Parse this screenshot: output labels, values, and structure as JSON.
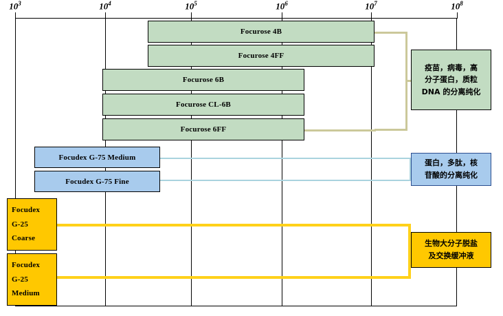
{
  "chart_data": {
    "type": "bar",
    "title": "",
    "subtitle": "",
    "xlabel": "",
    "ylabel": "",
    "scale": "log",
    "xlim": [
      1000,
      100000000
    ],
    "grid": true,
    "legend_position": "right",
    "axis": {
      "ticks": [
        {
          "label": "10",
          "exp": "3",
          "value": 1000
        },
        {
          "label": "10",
          "exp": "4",
          "value": 10000
        },
        {
          "label": "10",
          "exp": "5",
          "value": 100000
        },
        {
          "label": "10",
          "exp": "6",
          "value": 1000000
        },
        {
          "label": "10",
          "exp": "7",
          "value": 10000000
        },
        {
          "label": "10",
          "exp": "8",
          "value": 100000000
        }
      ]
    },
    "categories": [
      "Focurose 4B",
      "Focurose 4FF",
      "Focurose 6B",
      "Focurose CL-6B",
      "Focurose 6FF",
      "Focudex G-75 Medium",
      "Focudex G-75 Fine",
      "Focudex G-25 Coarse",
      "Focudex G-25 Medium"
    ],
    "bars": [
      {
        "label": "Focurose 4B",
        "range_low": 60000,
        "range_high": 20000000,
        "color": "#c2dcc2",
        "group": "agarose"
      },
      {
        "label": "Focurose 4FF",
        "range_low": 60000,
        "range_high": 20000000,
        "color": "#c2dcc2",
        "group": "agarose"
      },
      {
        "label": "Focurose 6B",
        "range_low": 10000,
        "range_high": 4000000,
        "color": "#c2dcc2",
        "group": "agarose"
      },
      {
        "label": "Focurose CL-6B",
        "range_low": 10000,
        "range_high": 4000000,
        "color": "#c2dcc2",
        "group": "agarose"
      },
      {
        "label": "Focurose 6FF",
        "range_low": 10000,
        "range_high": 4000000,
        "color": "#c2dcc2",
        "group": "agarose"
      },
      {
        "label": "Focudex G-75 Medium",
        "range_low": 3000,
        "range_high": 80000,
        "color": "#a8cbed",
        "group": "dextran75"
      },
      {
        "label": "Focudex G-75 Fine",
        "range_low": 3000,
        "range_high": 80000,
        "color": "#a8cbed",
        "group": "dextran75"
      },
      {
        "label": "Focudex G-25 Coarse",
        "range_low": 700,
        "range_high": 5000,
        "color": "#ffc800",
        "group": "dextran25"
      },
      {
        "label": "Focudex G-25 Medium",
        "range_low": 700,
        "range_high": 5000,
        "color": "#ffc800",
        "group": "dextran25"
      }
    ],
    "annotations": [
      {
        "group": "agarose",
        "color": "#c2dcc2",
        "lines": [
          "疫苗，病毒，高",
          "分子蛋白，质粒",
          "DNA 的分离纯化"
        ],
        "text": "疫苗，病毒，高分子蛋白，质粒DNA的分离纯化"
      },
      {
        "group": "dextran75",
        "color": "#a8cbed",
        "lines": [
          "蛋白，多肽，核",
          "苷酸的分离纯化"
        ],
        "text": "蛋白，多肽，核苷酸的分离纯化"
      },
      {
        "group": "dextran25",
        "color": "#ffc800",
        "lines": [
          "生物大分子脱盐",
          "及交换缓冲液"
        ],
        "text": "生物大分子脱盐及交换缓冲液"
      }
    ]
  },
  "bar_labels": {
    "b0": "Focurose 4B",
    "b1": "Focurose 4FF",
    "b2": "Focurose 6B",
    "b3": "Focurose CL-6B",
    "b4": "Focurose 6FF",
    "b5": "Focudex G-75 Medium",
    "b6": "Focudex G-75 Fine",
    "b7l1": "Focudex",
    "b7l2": "G-25",
    "b7l3": "Coarse",
    "b8l1": "Focudex",
    "b8l2": "G-25",
    "b8l3": "Medium"
  },
  "tick_labels": {
    "t0": "10",
    "t0e": "3",
    "t1": "10",
    "t1e": "4",
    "t2": "10",
    "t2e": "5",
    "t3": "10",
    "t3e": "6",
    "t4": "10",
    "t4e": "7",
    "t5": "10",
    "t5e": "8"
  },
  "callouts": {
    "green": {
      "l1": "疫苗，病毒，高",
      "l2": "分子蛋白，质粒",
      "l3": "DNA 的分离纯化"
    },
    "blue": {
      "l1": "蛋白，多肽，核",
      "l2": "苷酸的分离纯化"
    },
    "yellow": {
      "l1": "生物大分子脱盐",
      "l2": "及交换缓冲液"
    }
  },
  "colors": {
    "agarose_fill": "#c2dcc2",
    "dextran75_fill": "#a8cbed",
    "dextran25_fill": "#ffc800",
    "agarose_bracket": "#cbc89a",
    "dextran75_bracket": "#a9d3de",
    "dextran25_bracket": "#ffd11a",
    "axis": "#000000"
  }
}
